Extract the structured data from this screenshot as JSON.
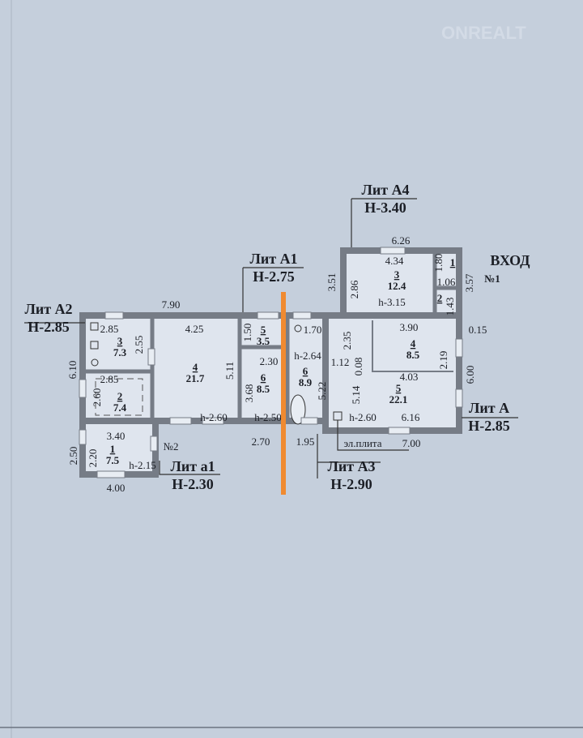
{
  "watermark": "ONREALT",
  "entrance": {
    "label": "ВХОД",
    "door": "№1"
  },
  "door2": "№2",
  "stove": "эл.плита",
  "colors": {
    "background": "#c5cfdc",
    "wall": "#767c86",
    "cut_line": "#f08a30"
  },
  "blocks": [
    {
      "name": "Лит А2",
      "height": "Н-2.85"
    },
    {
      "name": "Лит А1",
      "height": "Н-2.75"
    },
    {
      "name": "Лит А4",
      "height": "Н-3.40"
    },
    {
      "name": "Лит А",
      "height": "Н-2.85"
    },
    {
      "name": "Лит А3",
      "height": "Н-2.90"
    },
    {
      "name": "Лит а1",
      "height": "Н-2.30"
    }
  ],
  "rooms": [
    {
      "num": "3",
      "area": "7.3"
    },
    {
      "num": "2",
      "area": "7.4"
    },
    {
      "num": "4",
      "area": "21.7"
    },
    {
      "num": "5",
      "area": "3.5"
    },
    {
      "num": "6",
      "area": "8.5"
    },
    {
      "num": "6",
      "area": "8.9"
    },
    {
      "num": "1",
      "area": "7.5"
    },
    {
      "num": "3",
      "area": "12.4"
    },
    {
      "num": "4",
      "area": "8.5"
    },
    {
      "num": "5",
      "area": "22.1"
    },
    {
      "num": "1",
      "area": ""
    },
    {
      "num": "2",
      "area": ""
    }
  ],
  "dims": [
    "7.90",
    "2.85",
    "2.55",
    "6.10",
    "2.85",
    "2.60",
    "4.25",
    "5.11",
    "1.50",
    "2.30",
    "3.68",
    "1.70",
    "h-2.64",
    "5.22",
    "h-2.60",
    "h-2.50",
    "2.70",
    "1.95",
    "3.40",
    "2.20",
    "2.50",
    "h-2.15",
    "4.00",
    "6.26",
    "4.34",
    "2.86",
    "3.51",
    "h-3.15",
    "1.80",
    "1.06",
    "3.57",
    "1.43",
    "0.15",
    "3.90",
    "2.19",
    "2.35",
    "1.12",
    "0.08",
    "4.03",
    "6.00",
    "5.14",
    "h-2.60",
    "6.16",
    "7.00"
  ]
}
